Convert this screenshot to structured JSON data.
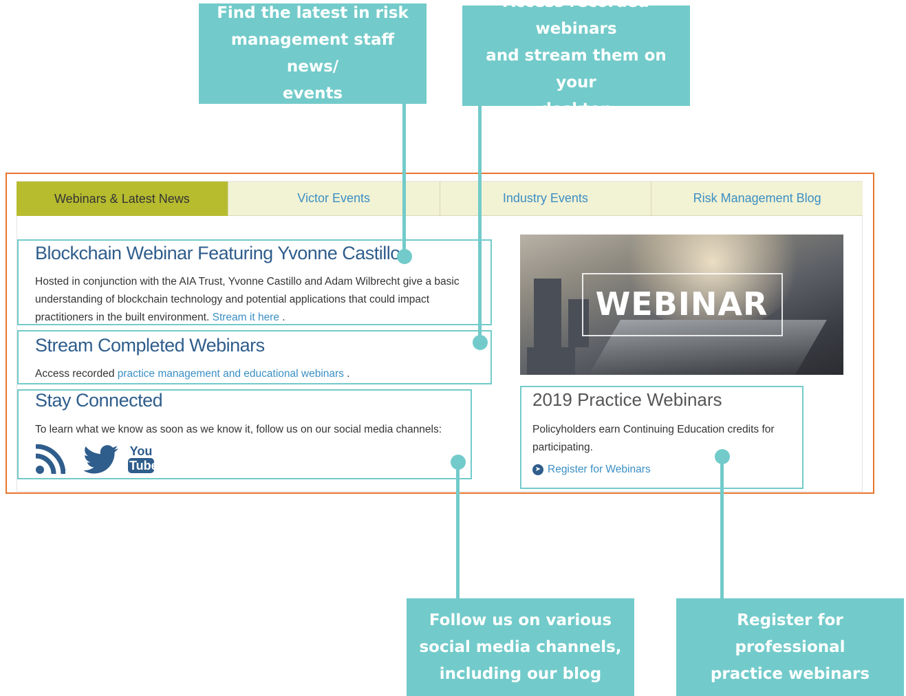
{
  "callouts": {
    "news": "Find the latest in risk\nmanagement staff news/\nevents",
    "webinars": "Access recorded webinars\nand stream them on your\ndesktop",
    "social": "Follow us on various\nsocial media channels,\nincluding our blog",
    "register": "Register for professional\npractice webinars"
  },
  "tabs": [
    {
      "label": "Webinars & Latest News",
      "active": true
    },
    {
      "label": "Victor Events",
      "active": false
    },
    {
      "label": "Industry Events",
      "active": false
    },
    {
      "label": "Risk Management Blog",
      "active": false
    }
  ],
  "articles": {
    "blockchain": {
      "title": "Blockchain Webinar Featuring Yvonne Castillo",
      "body": "Hosted in conjunction with the AIA Trust, Yvonne Castillo and Adam Wilbrecht give a basic understanding of blockchain technology and potential applications that could impact practitioners in the built environment.",
      "link": "Stream it here",
      "suffix": "."
    },
    "stream": {
      "title": "Stream Completed Webinars",
      "prefix": "Access recorded",
      "link": "practice management and educational webinars",
      "suffix": "."
    },
    "connected": {
      "title": "Stay Connected",
      "body": "To learn what we know as soon as we know it, follow us on our social media channels:"
    }
  },
  "social_icons": [
    "rss-icon",
    "twitter-icon",
    "youtube-icon"
  ],
  "youtube_logo": {
    "line1": "You",
    "line2": "Tube"
  },
  "sidebar": {
    "image_text": "WEBINAR",
    "title": "2019 Practice Webinars",
    "body": "Policyholders earn Continuing Education credits for participating.",
    "link": "Register for Webinars"
  },
  "colors": {
    "callout": "#72cbca",
    "frame": "#e8742e",
    "active_tab": "#b7bc2f",
    "tab": "#f2f2d4",
    "title": "#2f5d8c",
    "link": "#3a8fc4"
  }
}
